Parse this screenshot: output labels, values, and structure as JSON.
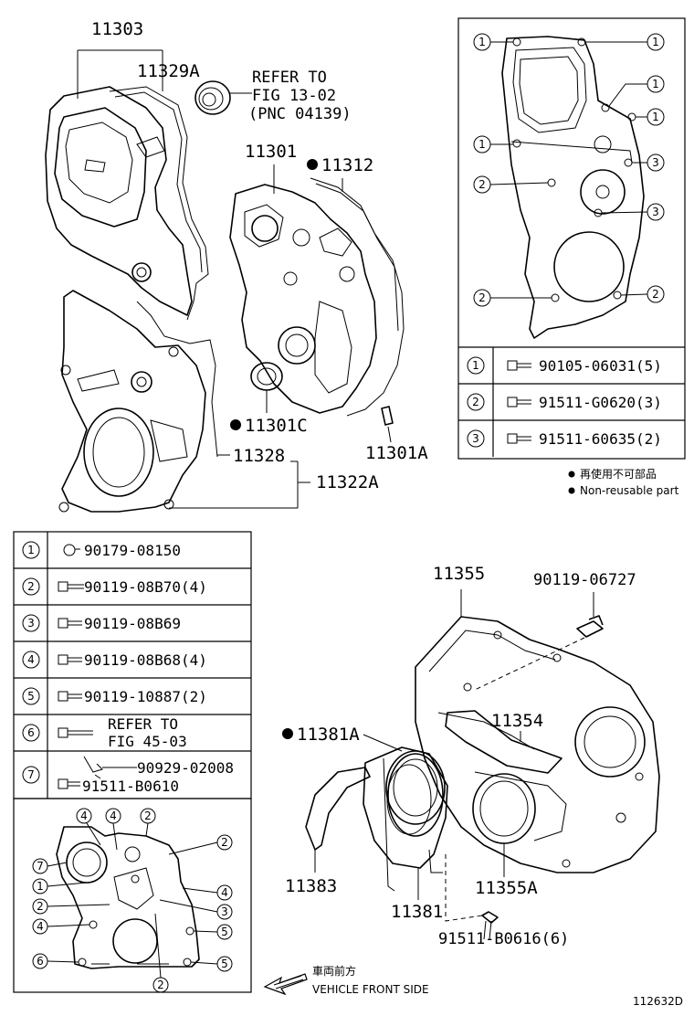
{
  "labels": {
    "p11303": "11303",
    "p11329A": "11329A",
    "refer1_line1": "REFER TO",
    "refer1_line2": "FIG 13-02",
    "refer1_line3": "(PNC 04139)",
    "p11301": "11301",
    "p11312": "11312",
    "p11301C": "11301C",
    "p11328": "11328",
    "p11322A": "11322A",
    "p11301A": "11301A",
    "p11355": "11355",
    "p90119_06727": "90119-06727",
    "p11354": "11354",
    "p11381A": "11381A",
    "p11383": "11383",
    "p11381": "11381",
    "p11355A": "11355A",
    "p91511_B0616": "91511-B0616(6)",
    "vehicle_front_jp": "車両前方",
    "vehicle_front_en": "VEHICLE FRONT SIDE",
    "diagram_id": "112632D"
  },
  "legend": {
    "nonreusable_jp": "再使用不可部品",
    "nonreusable_en": "Non-reusable part"
  },
  "table_right": [
    {
      "num": "1",
      "part": "90105-06031(5)"
    },
    {
      "num": "2",
      "part": "91511-G0620(3)"
    },
    {
      "num": "3",
      "part": "91511-60635(2)"
    }
  ],
  "table_left": [
    {
      "num": "1",
      "part": "90179-08150"
    },
    {
      "num": "2",
      "part": "90119-08B70(4)"
    },
    {
      "num": "3",
      "part": "90119-08B69"
    },
    {
      "num": "4",
      "part": "90119-08B68(4)"
    },
    {
      "num": "5",
      "part": "90119-10887(2)"
    },
    {
      "num": "6",
      "part": "REFER TO",
      "part2": "FIG 45-03"
    },
    {
      "num": "7",
      "part": "90929-02008",
      "part2": "91511-B0610"
    }
  ],
  "inset_right_nums": [
    "1",
    "1",
    "1",
    "1",
    "1",
    "2",
    "3",
    "3",
    "2",
    "2"
  ],
  "inset_left_nums": [
    "4",
    "4",
    "2",
    "2",
    "7",
    "1",
    "2",
    "4",
    "6",
    "3",
    "4",
    "5",
    "5",
    "2"
  ]
}
